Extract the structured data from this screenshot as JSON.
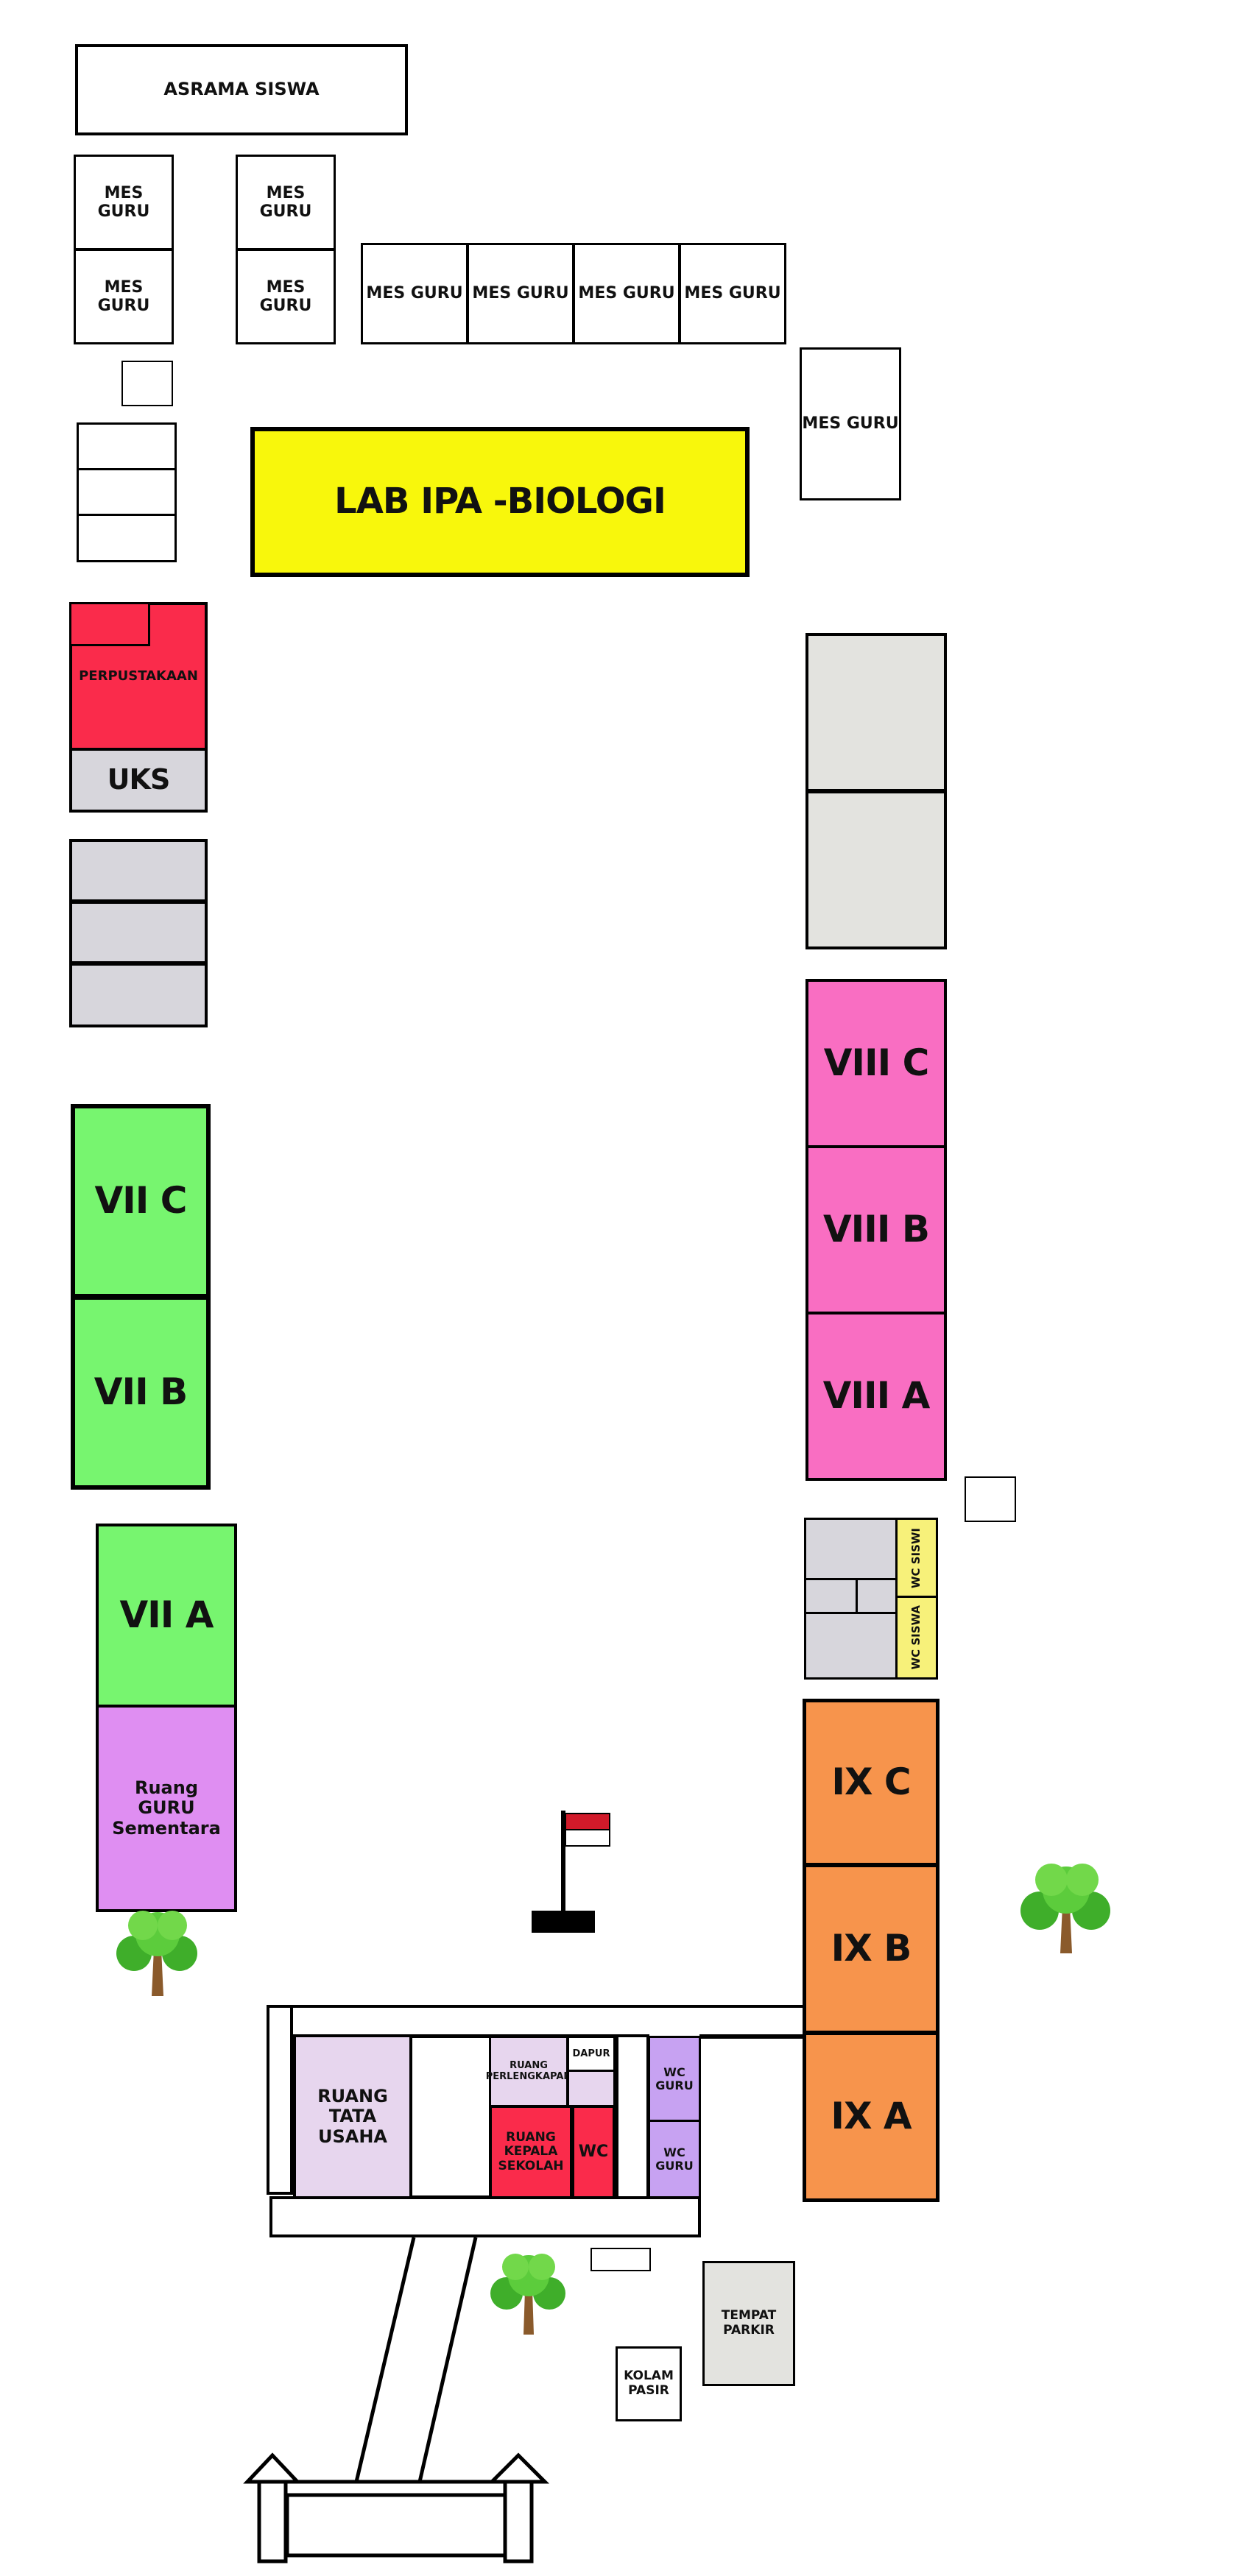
{
  "buildings": {
    "asrama_siswa": "ASRAMA SISWA",
    "mes_guru": "MES GURU",
    "lab_ipa": "LAB IPA -BIOLOGI",
    "perpustakaan": "PERPUSTAKAAN",
    "uks": "UKS",
    "vii_c": "VII C",
    "vii_b": "VII B",
    "vii_a": "VII A",
    "ruang_guru": "Ruang GURU Sementara",
    "viii_c": "VIII C",
    "viii_b": "VIII B",
    "viii_a": "VIII A",
    "wc_siswi": "WC SISWI",
    "wc_siswa": "WC SISWA",
    "ix_c": "IX C",
    "ix_b": "IX B",
    "ix_a": "IX A",
    "ruang_tata_usaha": "RUANG TATA USAHA",
    "ruang_perlengkapan": "RUANG PERLENGKAPAN",
    "dapur": "DAPUR",
    "ruang_kepala_sekolah": "RUANG KEPALA SEKOLAH",
    "wc": "WC",
    "wc_guru": "WC GURU",
    "tempat_parkir": "TEMPAT PARKIR",
    "kolam_pasir": "KOLAM PASIR"
  },
  "colors": {
    "class_vii": "#77f56f",
    "class_viii": "#f96ec2",
    "class_ix": "#f7944c",
    "lab": "#f8f70c",
    "library": "#fa2b4b",
    "flag_red": "#d11a2a"
  },
  "icons": [
    "tree-icon",
    "flag-icon"
  ]
}
